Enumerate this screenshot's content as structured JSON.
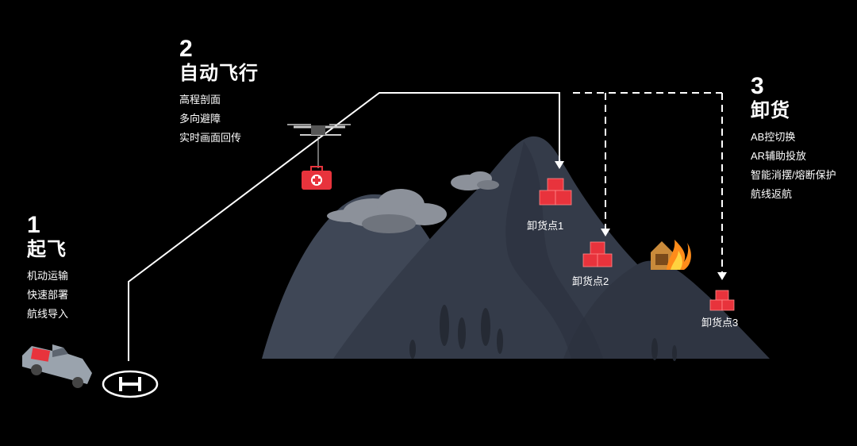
{
  "steps": [
    {
      "number": "1",
      "title": "起飞",
      "items": [
        "机动运输",
        "快速部署",
        "航线导入"
      ]
    },
    {
      "number": "2",
      "title": "自动飞行",
      "items": [
        "高程剖面",
        "多向避障",
        "实时画面回传"
      ]
    },
    {
      "number": "3",
      "title": "卸货",
      "items": [
        "AB控切换",
        "AR辅助投放",
        "智能消摆/熔断保护",
        "航线返航"
      ]
    }
  ],
  "drop_points": [
    "卸货点1",
    "卸货点2",
    "卸货点3"
  ],
  "helipad_letter": "H",
  "colors": {
    "background": "#000000",
    "mountain": "#343b49",
    "mountain_back": "#3f4756",
    "cargo": "#e8333c",
    "path": "#ffffff"
  },
  "icons": [
    "pickup-truck-icon",
    "helipad-icon",
    "drone-icon",
    "medical-kit-icon",
    "cargo-boxes-icon",
    "burning-house-icon",
    "cloud-icon"
  ]
}
